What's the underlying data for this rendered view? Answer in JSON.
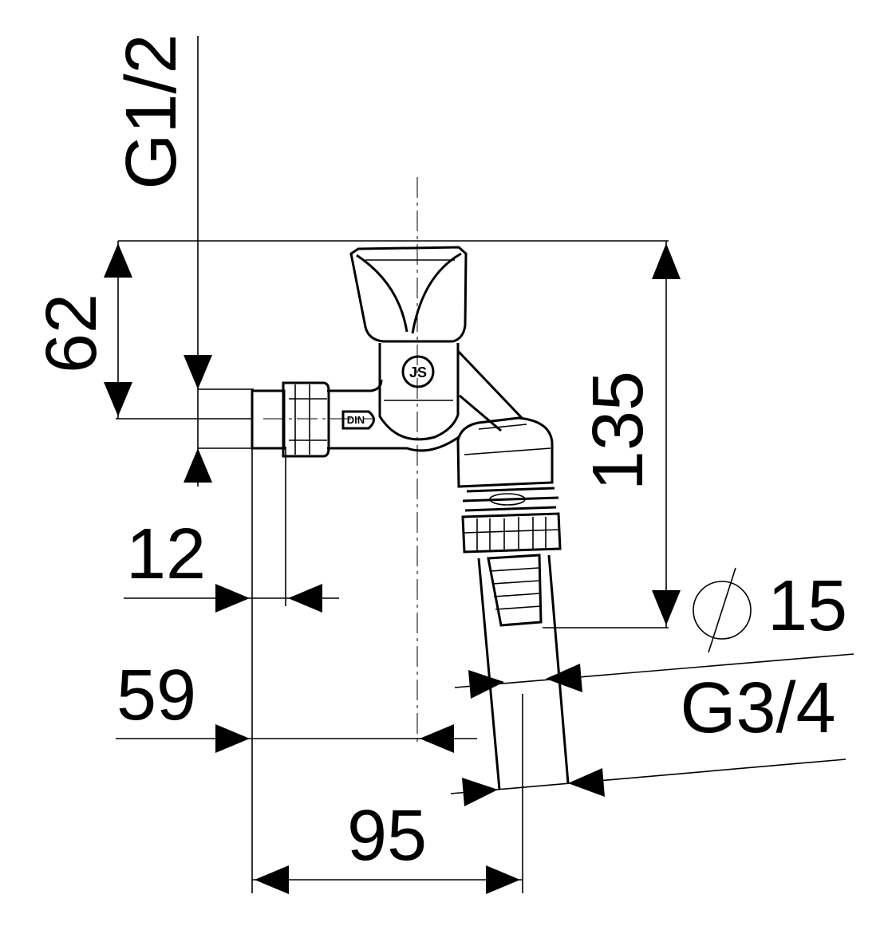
{
  "drawing": {
    "dimensions": {
      "inlet_thread": "G1/2",
      "height_to_inlet_axis": "62",
      "inlet_thread_length": "12",
      "inlet_to_center": "59",
      "total_projection": "95",
      "total_height": "135",
      "hose_diameter_symbol": "⌀",
      "hose_diameter": "15",
      "outlet_thread": "G3/4"
    },
    "markings": {
      "body_mark": "DIN",
      "logo": "JS"
    }
  }
}
